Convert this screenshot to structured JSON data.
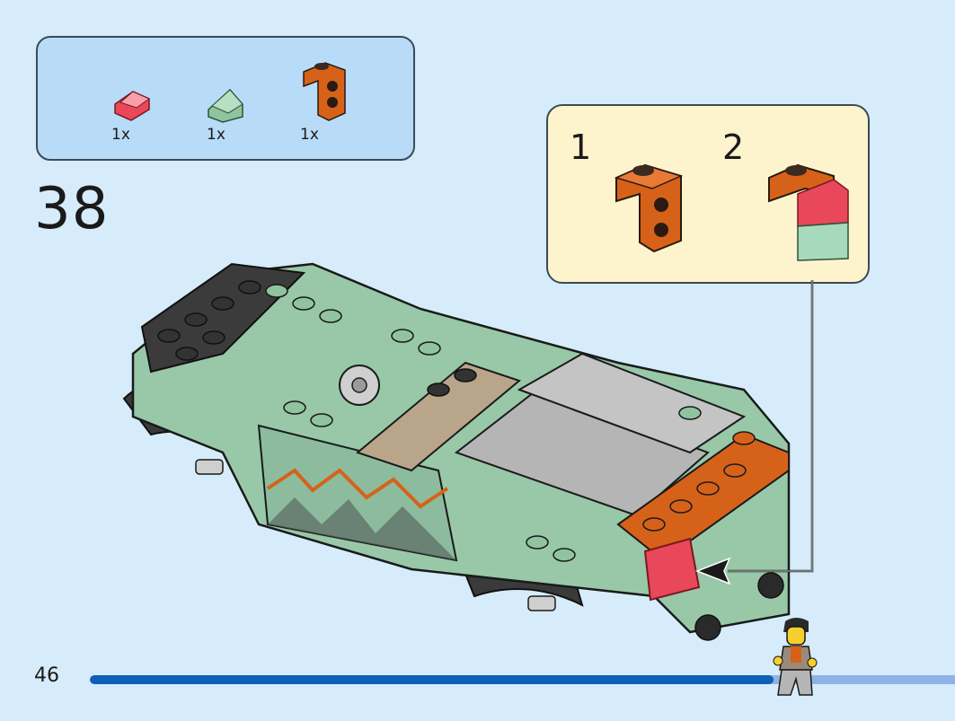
{
  "parts_list": [
    {
      "icon": "red-transparent-slope-piece-icon",
      "qty": "1x",
      "color": "#e8485a"
    },
    {
      "icon": "sand-green-slope-piece-icon",
      "qty": "1x",
      "color": "#8fc49e"
    },
    {
      "icon": "orange-bracket-piece-icon",
      "qty": "1x",
      "color": "#d6621a"
    }
  ],
  "step": {
    "number": "38"
  },
  "callout": {
    "sub_steps": [
      {
        "number": "1"
      },
      {
        "number": "2"
      }
    ]
  },
  "page": {
    "number": "46"
  },
  "progress": {
    "fraction": 0.79
  },
  "colors": {
    "background": "#d6ecfa",
    "parts_box": "#b8dbf7",
    "callout": "#fdf3cc",
    "progress_fill": "#0f5fb8",
    "progress_track": "#8fb3e6"
  }
}
